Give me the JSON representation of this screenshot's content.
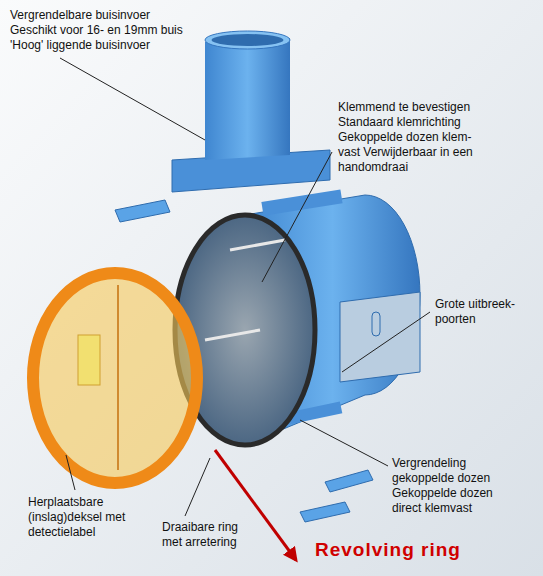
{
  "diagram": {
    "labels": [
      "Vergrendelbare buisinvoer Geschikt voor 16- en 19mm buis 'Hoog' liggende buisinvoer",
      "Klemmend te bevestigen Standaard klemrichting Gekoppelde dozen klem- vast Verwijderbaar in een handomdraai",
      "Grote uitbreek- poorten",
      "Vergrendeling gekoppelde dozen Gekoppelde dozen direct klemvast",
      "Herplaatsbare (inslag)deksel met detectielabel",
      "Draaibare ring met arretering",
      "Revolving ring"
    ]
  }
}
